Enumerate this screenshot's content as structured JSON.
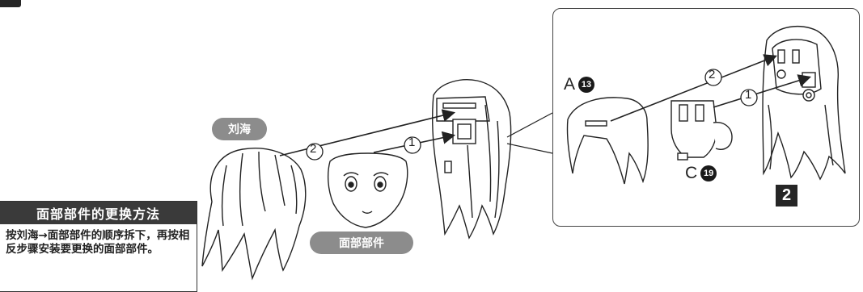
{
  "labels": {
    "bangs": "刘海",
    "face_part": "面部部件",
    "part_a": "A",
    "part_a_num": "13",
    "part_c": "C",
    "part_c_num": "19",
    "step_number": "2",
    "step1": "1",
    "step2": "2"
  },
  "infobox": {
    "title": "面部部件的更换方法",
    "text": "按刘海→面部部件的顺序拆下，再按相反步骤安装要更换的面部部件。"
  },
  "colors": {
    "dark": "#262626",
    "pill_gray": "#8c8c8c",
    "line": "#222222"
  }
}
